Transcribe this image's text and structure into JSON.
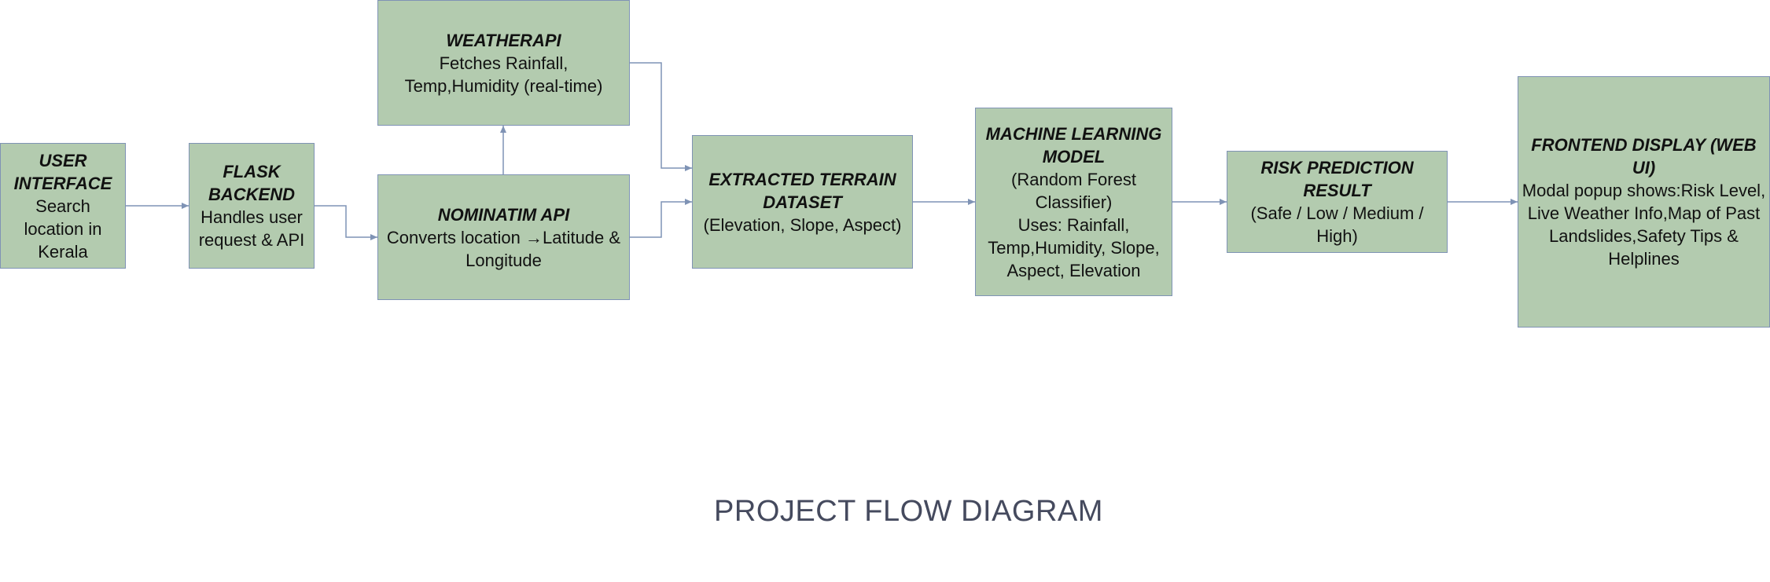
{
  "nodes": {
    "user": {
      "title": "USER INTERFACE",
      "body": "Search location in Kerala"
    },
    "flask": {
      "title": "FLASK BACKEND",
      "body": "Handles user request & API"
    },
    "weather": {
      "title": "WEATHERAPI",
      "body": "Fetches Rainfall,\nTemp,Humidity (real-time)"
    },
    "nominatim": {
      "title": "NOMINATIM API",
      "body": "Converts location →Latitude & Longitude"
    },
    "terrain": {
      "title": "EXTRACTED TERRAIN DATASET",
      "body": "(Elevation, Slope, Aspect)"
    },
    "ml": {
      "title": "MACHINE LEARNING MODEL",
      "body": "(Random Forest Classifier)\nUses: Rainfall, Temp,Humidity, Slope, Aspect, Elevation"
    },
    "risk": {
      "title": "RISK PREDICTION RESULT",
      "body": "(Safe / Low /  Medium / High)"
    },
    "frontend": {
      "title": "FRONTEND DISPLAY (WEB UI)",
      "body": "Modal popup shows:Risk Level, Live Weather Info,Map of Past Landslides,Safety Tips & Helplines"
    }
  },
  "caption": "PROJECT FLOW DIAGRAM",
  "colors": {
    "node_fill": "#b3cbaf",
    "node_border": "#7f93b5",
    "connector": "#7f93b5",
    "caption_text": "#454a5e"
  }
}
